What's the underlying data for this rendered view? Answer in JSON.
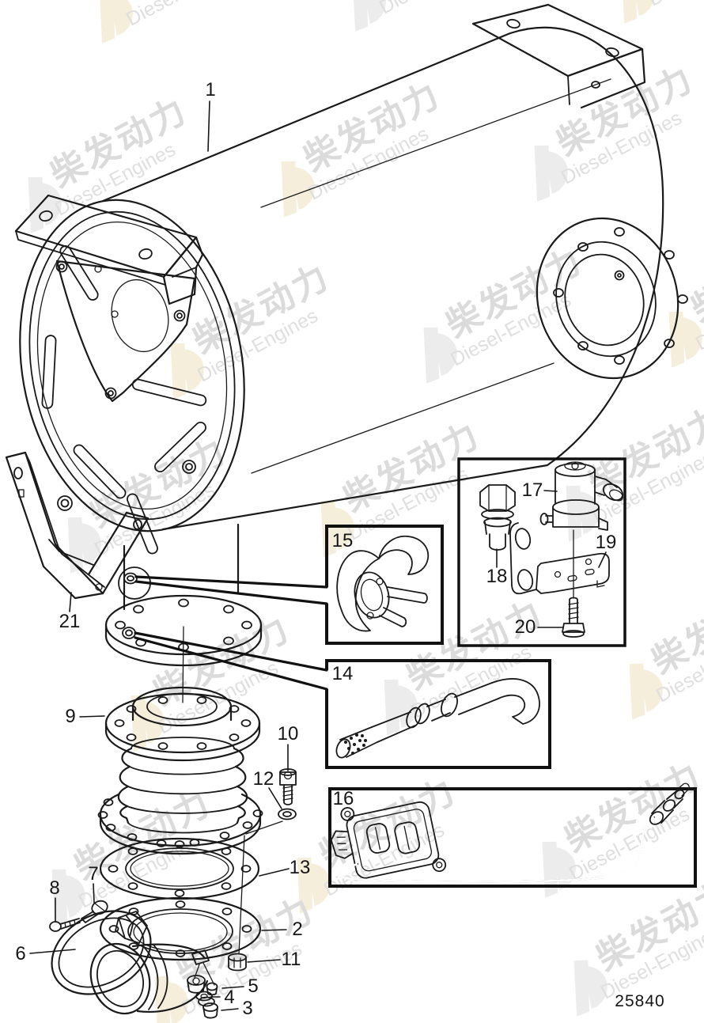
{
  "drawing_number": "25840",
  "watermark": {
    "cn": "柴发动力",
    "en": "Diesel-Engines"
  },
  "callouts": [
    {
      "label": "1"
    },
    {
      "label": "2"
    },
    {
      "label": "3"
    },
    {
      "label": "4"
    },
    {
      "label": "5"
    },
    {
      "label": "6"
    },
    {
      "label": "7"
    },
    {
      "label": "8"
    },
    {
      "label": "9"
    },
    {
      "label": "10"
    },
    {
      "label": "11"
    },
    {
      "label": "12"
    },
    {
      "label": "13"
    },
    {
      "label": "14"
    },
    {
      "label": "15"
    },
    {
      "label": "16"
    },
    {
      "label": "17"
    },
    {
      "label": "18"
    },
    {
      "label": "19"
    },
    {
      "label": "20"
    },
    {
      "label": "21"
    }
  ]
}
